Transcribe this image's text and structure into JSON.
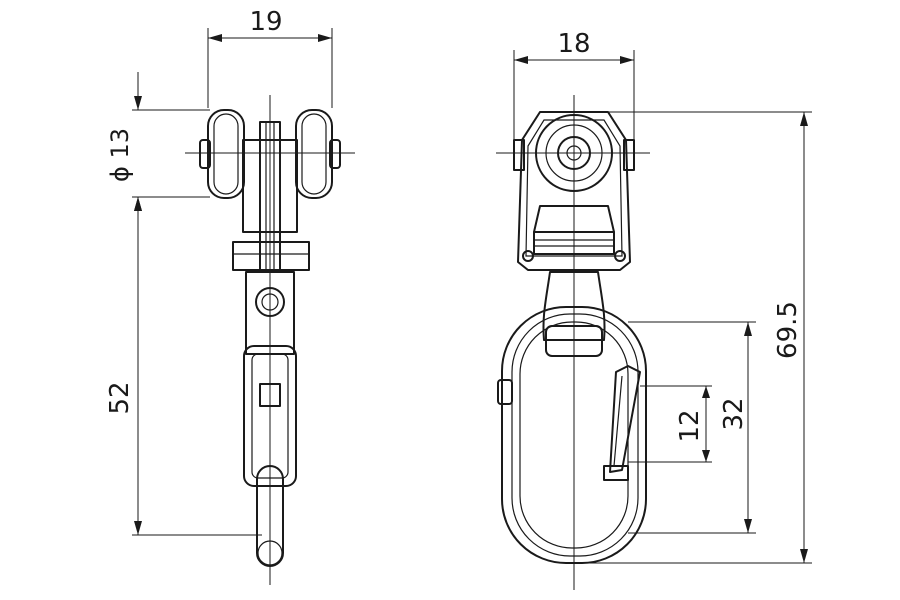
{
  "drawing": {
    "side_view": {
      "width_label": "19",
      "wheel_diameter_label": "ϕ 13",
      "length_label": "52"
    },
    "front_view": {
      "width_label": "18",
      "total_height_label": "69.5",
      "hook_length_label": "32",
      "hook_opening_label": "12"
    },
    "line_color": "#1a1a1a"
  }
}
